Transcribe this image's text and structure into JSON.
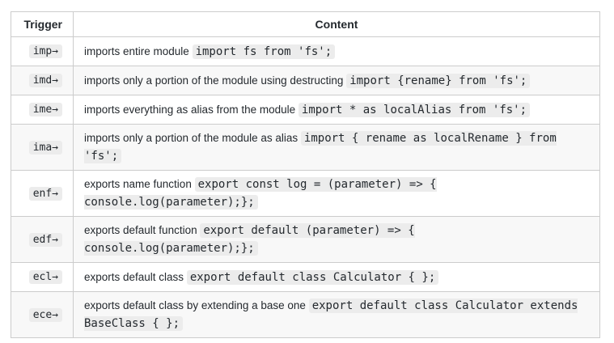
{
  "colors": {
    "text": "#24292e",
    "border": "#cccccc",
    "row_stripe": "#f8f8f8",
    "code_chip_bg": "#ececec",
    "page_bg": "#ffffff"
  },
  "table": {
    "headers": {
      "trigger": "Trigger",
      "content": "Content"
    },
    "rows": [
      {
        "trigger": "imp→",
        "prose": "imports entire module",
        "code": "import fs from 'fs';"
      },
      {
        "trigger": "imd→",
        "prose": "imports only a portion of the module using destructing",
        "code": "import {rename} from 'fs';"
      },
      {
        "trigger": "ime→",
        "prose": "imports everything as alias from the module",
        "code": "import * as localAlias from 'fs';"
      },
      {
        "trigger": "ima→",
        "prose": "imports only a portion of the module as alias",
        "code": "import { rename as localRename } from 'fs';"
      },
      {
        "trigger": "enf→",
        "prose": "exports name function",
        "code": "export const log = (parameter) => { console.log(parameter);};"
      },
      {
        "trigger": "edf→",
        "prose": "exports default function",
        "code": "export default (parameter) => { console.log(parameter);};"
      },
      {
        "trigger": "ecl→",
        "prose": "exports default class",
        "code": "export default class Calculator { };"
      },
      {
        "trigger": "ece→",
        "prose": "exports default class by extending a base one",
        "code": "export default class Calculator extends BaseClass { };"
      }
    ]
  }
}
